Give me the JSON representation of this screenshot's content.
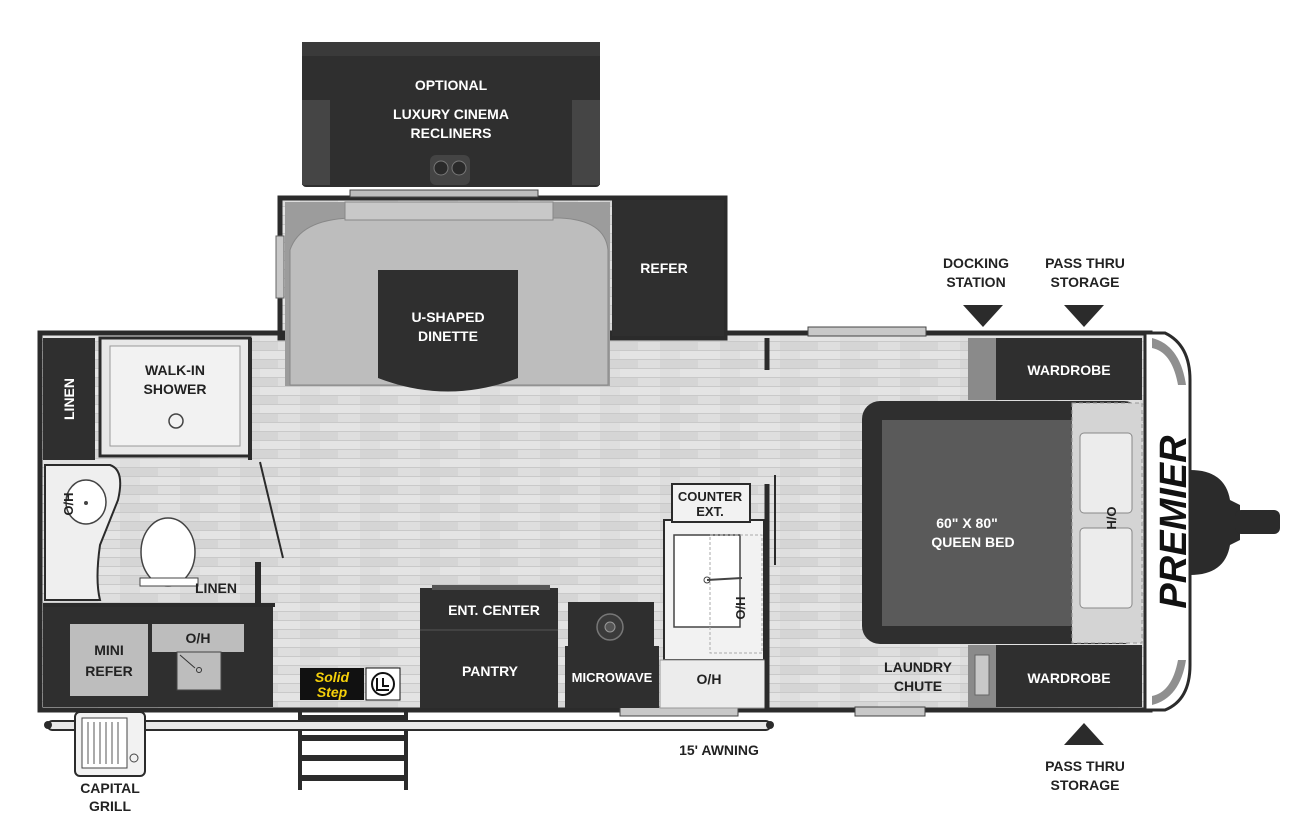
{
  "labels": {
    "optional": "OPTIONAL",
    "luxury_cinema": "LUXURY CINEMA",
    "recliners": "RECLINERS",
    "u_shaped": "U-SHAPED",
    "dinette": "DINETTE",
    "refer": "REFER",
    "docking": "DOCKING",
    "station": "STATION",
    "pass_thru_top_1": "PASS THRU",
    "pass_thru_top_2": "STORAGE",
    "wardrobe_top": "WARDROBE",
    "wardrobe_bottom": "WARDROBE",
    "linen_left": "LINEN",
    "walk_in": "WALK-IN",
    "shower": "SHOWER",
    "oh_sink": "O/H",
    "linen_bath": "LINEN",
    "mini": "MINI",
    "refer_mini": "REFER",
    "oh_bath": "O/H",
    "counter": "COUNTER",
    "ext": "EXT.",
    "oh_kitchen": "O/H",
    "ent_center": "ENT. CENTER",
    "pantry": "PANTRY",
    "microwave": "MICROWAVE",
    "oh_micro": "O/H",
    "bed_size": "60\" X 80\"",
    "queen_bed": "QUEEN BED",
    "ho": "H/O",
    "laundry": "LAUNDRY",
    "chute": "CHUTE",
    "awning": "15' AWNING",
    "capital": "CAPITAL",
    "grill": "GRILL",
    "pass_thru_bottom_1": "PASS THRU",
    "pass_thru_bottom_2": "STORAGE",
    "brand": "PREMIER",
    "solid": "Solid",
    "step": "Step"
  },
  "colors": {
    "wall": "#2b2b2b",
    "floor": "#dcdcdc",
    "cabinet": "#363636",
    "seat": "#b9b9b9",
    "bed": "#5a5a5a",
    "solidstep": "#f5d00a"
  }
}
